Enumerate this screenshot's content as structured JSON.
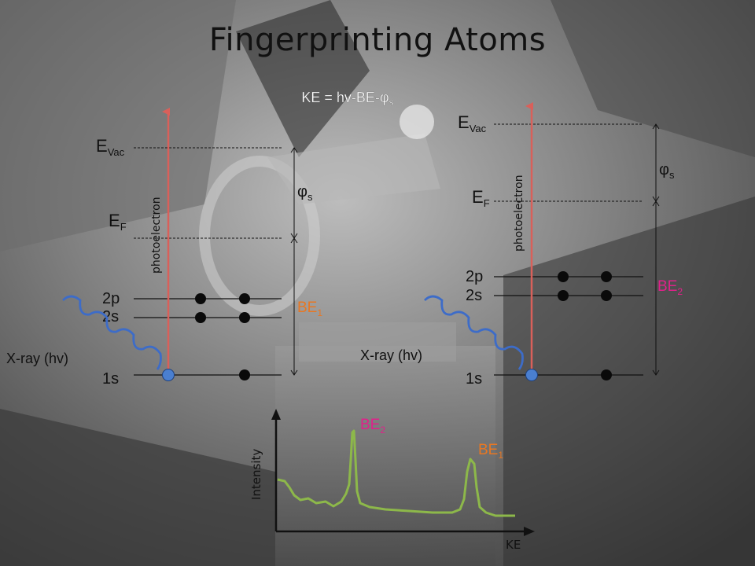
{
  "title": "Fingerprinting Atoms",
  "equation": {
    "text": "KE = hv-BE-φ",
    "subscript": "s"
  },
  "labels": {
    "e_vac": {
      "main": "E",
      "sub": "Vac"
    },
    "e_f": {
      "main": "E",
      "sub": "F"
    },
    "phi_s": {
      "main": "φ",
      "sub": "s"
    },
    "level_2p": "2p",
    "level_2s": "2s",
    "level_1s": "1s",
    "xray": "X-ray (hv)",
    "photoelectron": "photoelectron",
    "be1": {
      "main": "BE",
      "sub": "1"
    },
    "be2": {
      "main": "BE",
      "sub": "2"
    }
  },
  "spectrum": {
    "ylabel": "Intensity",
    "xlabel": "KE",
    "peak_labels": [
      {
        "main": "BE",
        "sub": "2"
      },
      {
        "main": "BE",
        "sub": "1"
      }
    ]
  },
  "colors": {
    "title": "#111111",
    "arrow": "#d9605a",
    "be1": "#e87722",
    "be2": "#e0218a",
    "wave": "#3d6cc8",
    "electron_emitted": "#4a7fd0",
    "spectrum_line": "#8db84a",
    "equation": "#ffffff"
  }
}
